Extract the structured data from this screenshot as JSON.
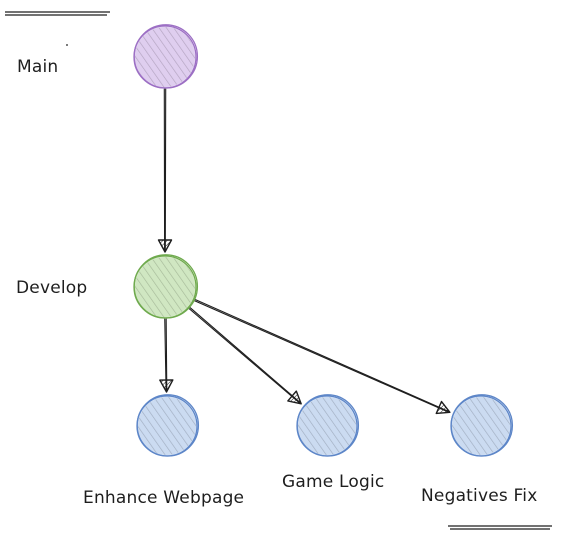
{
  "diagram": {
    "nodes": [
      {
        "id": "main",
        "label": "Main",
        "color": "#9c6fc4",
        "fill": "#e9dcf5"
      },
      {
        "id": "develop",
        "label": "Develop",
        "color": "#6faa4e",
        "fill": "#dff0d3"
      },
      {
        "id": "enhance",
        "label": "Enhance Webpage",
        "color": "#5d86c8",
        "fill": "#dbe7f7"
      },
      {
        "id": "game",
        "label": "Game Logic",
        "color": "#5d86c8",
        "fill": "#dbe7f7"
      },
      {
        "id": "negatives",
        "label": "Negatives Fix",
        "color": "#5d86c8",
        "fill": "#dbe7f7"
      }
    ],
    "edges": [
      {
        "from": "main",
        "to": "develop"
      },
      {
        "from": "develop",
        "to": "enhance"
      },
      {
        "from": "develop",
        "to": "game"
      },
      {
        "from": "develop",
        "to": "negatives"
      }
    ],
    "stroke_color": "#1e1e1e"
  }
}
